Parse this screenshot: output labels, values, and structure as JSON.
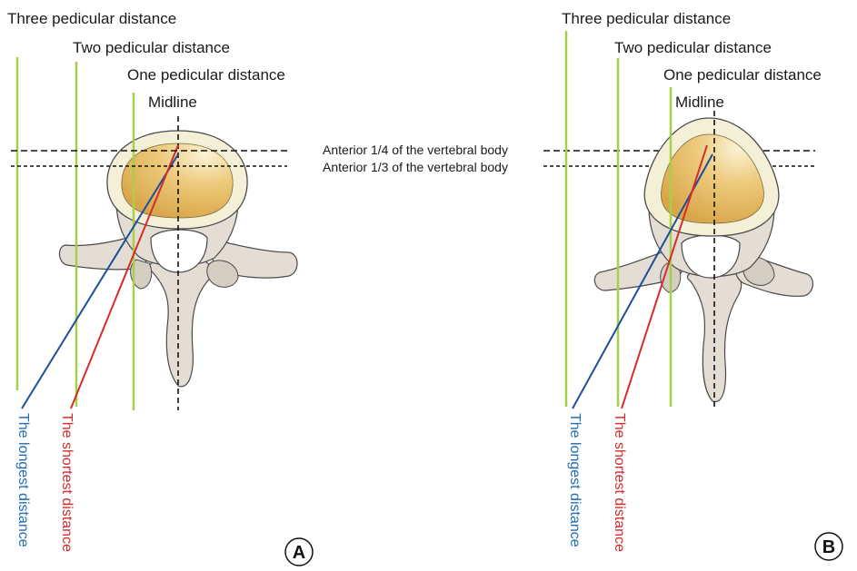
{
  "panel_a": {
    "three_pedicular": "Three pedicular distance",
    "two_pedicular": "Two pedicular distance",
    "one_pedicular": "One pedicular distance",
    "midline": "Midline",
    "longest": "The longest distance",
    "shortest": "The shortest distance",
    "badge": "A"
  },
  "panel_b": {
    "three_pedicular": "Three pedicular distance",
    "two_pedicular": "Two pedicular distance",
    "one_pedicular": "One pedicular distance",
    "midline": "Midline",
    "longest": "The longest distance",
    "shortest": "The shortest distance",
    "badge": "B"
  },
  "center_labels": {
    "anterior_quarter": "Anterior 1/4 of the vertebral body",
    "anterior_third": "Anterior 1/3 of the vertebral body"
  },
  "colors": {
    "pedicular_line": "#a8cf4a",
    "longest_line": "#1f4e9c",
    "shortest_line": "#d62b2b",
    "bone": "#e3ddd4",
    "bone_outline": "#4a4a4a",
    "cortex": "#f4f0d8",
    "cancellous": "#e6b85c"
  }
}
